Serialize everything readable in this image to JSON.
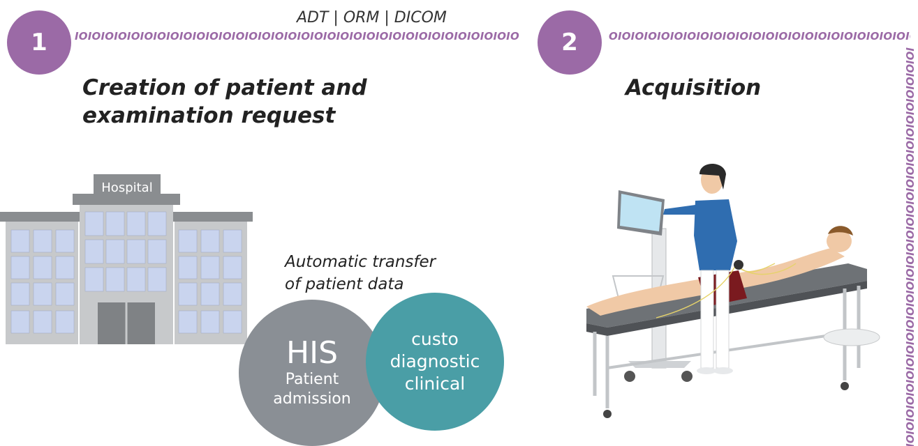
{
  "protocol_label": "ADT | ORM | DICOM",
  "binary_text": "IOIOIOIOIOIOIOIOIOIOIOIOIOIOIOIOIOIOIOIOIOIOIOIOIOIOIOIOIOIOIOIOIOIO",
  "binary_text_2": "OIOIOIOIOIOIOIOIOIOIOIOIOIOIOIOIOIOIOIOIOIOIOIOIOIOIOI",
  "binary_vertical": "IOIOIOIOIOIOIOIOIOIOIOIOIOIOIOIOIOIOIOIOIOIOIOIOIOIOIOIOIOIOIOIOIOIOIOIOIO",
  "steps": [
    {
      "number": "1",
      "title_line1": "Creation of patient and",
      "title_line2": "examination request"
    },
    {
      "number": "2",
      "title_line1": "Acquisition"
    }
  ],
  "hospital_sign": "Hospital",
  "transfer_line1": "Automatic transfer",
  "transfer_line2": "of patient data",
  "his": {
    "title": "HIS",
    "line1": "Patient",
    "line2": "admission"
  },
  "custo": {
    "line1": "custo",
    "line2": "diagnostic",
    "line3": "clinical"
  },
  "colors": {
    "accent": "#9b6aa6",
    "his": "#8a8f95",
    "custo": "#4a9ea6",
    "building": "#c7c9cb",
    "window": "#c9d4ee",
    "scrub": "#2f6db0"
  },
  "icons": [
    "hospital-building-icon",
    "nurse-figure-icon",
    "patient-figure-icon",
    "examination-table-icon",
    "monitor-stand-icon"
  ]
}
